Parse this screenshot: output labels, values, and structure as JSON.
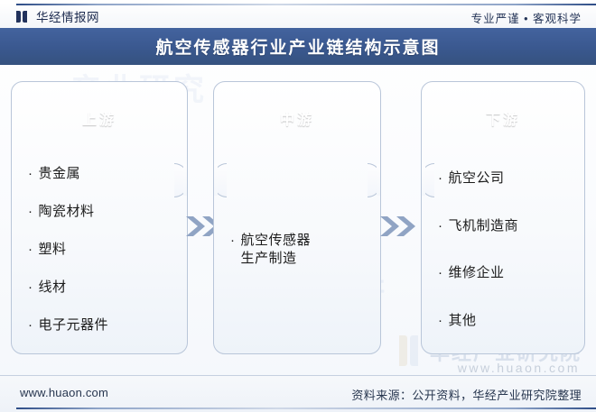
{
  "header": {
    "brand_name": "华经情报网",
    "logo_icon": "huajing-logo-icon",
    "tagline": "专业严谨 • 客观科学"
  },
  "title": {
    "text": "航空传感器行业产业链结构示意图",
    "bar_color": "#3a588f"
  },
  "chain": {
    "connector_icon": "double-chevron-right-icon",
    "connector_color": "#8ba0c0",
    "pill_color": "#5f7aa6",
    "card_border_color": "#b9c6d9",
    "columns": [
      {
        "id": "upstream",
        "label": "上游",
        "items": [
          "贵金属",
          "陶瓷材料",
          "塑料",
          "线材",
          "电子元器件"
        ]
      },
      {
        "id": "midstream",
        "label": "中游",
        "items": [
          "航空传感器\n生产制造"
        ]
      },
      {
        "id": "downstream",
        "label": "下游",
        "items": [
          "航空公司",
          "飞机制造商",
          "维修企业",
          "其他"
        ]
      }
    ]
  },
  "watermarks": {
    "top": "产业研究",
    "left": "究院",
    "mid": "产业研",
    "brand": "华经产业研究院",
    "url": "www.huaon.com"
  },
  "footer": {
    "site_url": "www.huaon.com",
    "source_note": "资料来源：公开资料，华经产业研究院整理"
  }
}
